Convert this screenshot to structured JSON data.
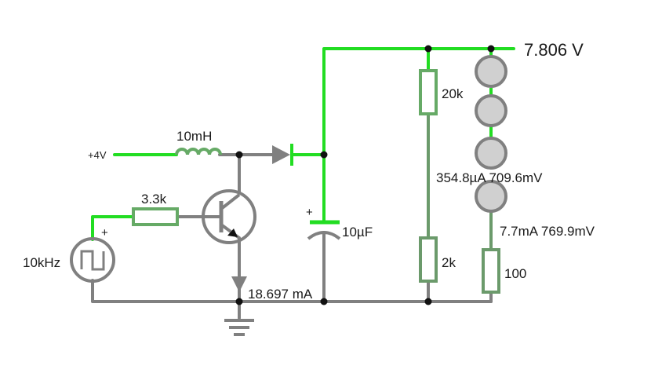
{
  "labels": {
    "supply_voltage": "+4V",
    "inductor": "10mH",
    "base_resistor": "3.3k",
    "source_freq": "10kHz",
    "source_plus": "+",
    "cap_plus": "+",
    "capacitor": "10µF",
    "r_top": "20k",
    "r_bottom": "2k",
    "r_led": "100",
    "output_voltage": "7.806 V",
    "divider_readout": "354.8µA 709.6mV",
    "led_readout": "7.7mA 769.9mV",
    "ground_current": "18.697 mA"
  },
  "colors": {
    "live": "#22dd22",
    "ground": "#808080",
    "mid": "#6b9a6b",
    "led_fill": "#d0d0d0",
    "node": "#111111"
  },
  "icons": {
    "source": "square-wave-source-icon",
    "transistor": "npn-transistor-icon",
    "diode": "diode-icon",
    "ground": "ground-icon"
  }
}
